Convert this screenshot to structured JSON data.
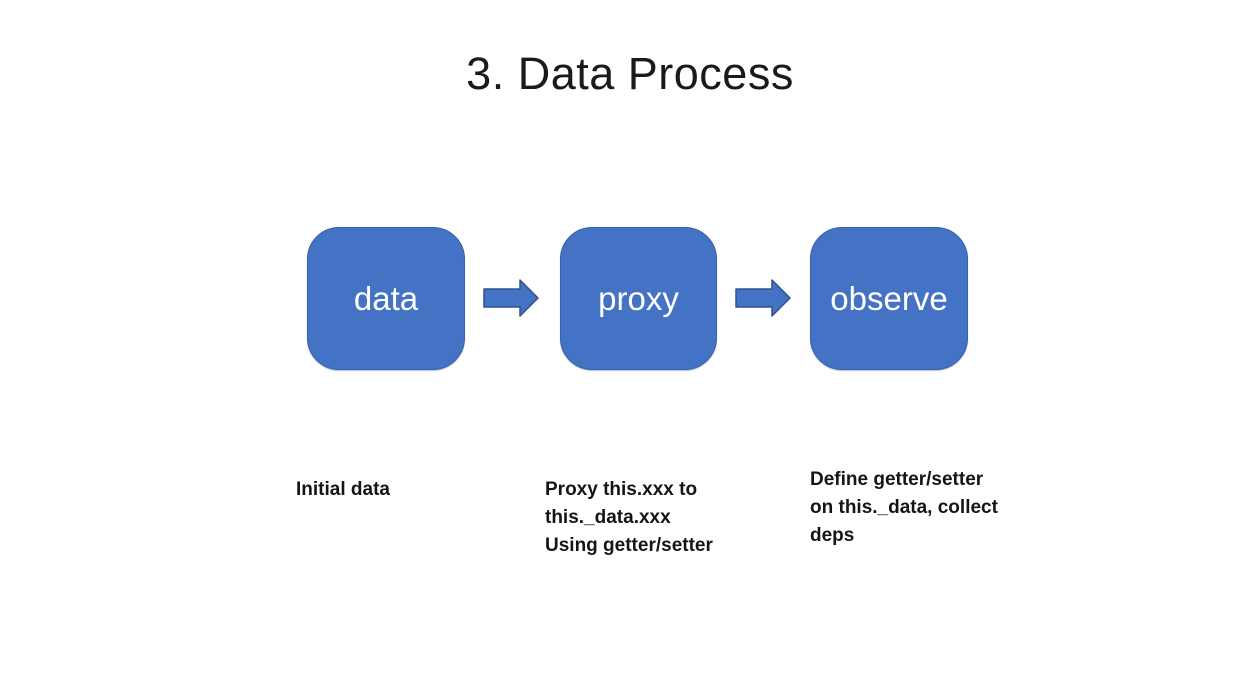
{
  "title": "3. Data Process",
  "colors": {
    "background": "#FFFFFF",
    "shape_fill": "#4472C4",
    "shape_border": "#3A61A9",
    "arrow_fill": "#4472C4",
    "arrow_border": "#2F528F",
    "node_label_text": "#FFFFFF",
    "body_text": "#151515",
    "title_text": "#1A1A1A"
  },
  "flow": {
    "nodes": [
      {
        "label": "data",
        "caption": "Initial data"
      },
      {
        "label": "proxy",
        "caption": "Proxy this.xxx to\nthis._data.xxx\nUsing getter/setter"
      },
      {
        "label": "observe",
        "caption": "Define getter/setter\non this._data, collect\ndeps"
      }
    ],
    "connections": [
      {
        "from": "data",
        "to": "proxy",
        "icon": "right-block-arrow"
      },
      {
        "from": "proxy",
        "to": "observe",
        "icon": "right-block-arrow"
      }
    ]
  }
}
